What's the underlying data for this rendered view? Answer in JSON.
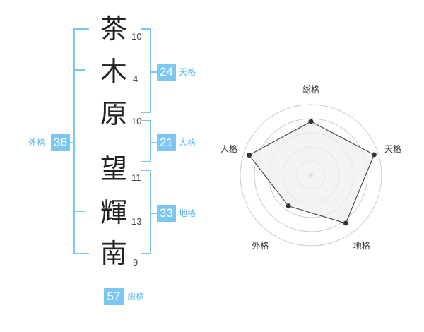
{
  "name_chars": [
    {
      "char": "茶",
      "strokes": "10"
    },
    {
      "char": "木",
      "strokes": "4"
    },
    {
      "char": "原",
      "strokes": "10"
    },
    {
      "char": "望",
      "strokes": "11"
    },
    {
      "char": "輝",
      "strokes": "13"
    },
    {
      "char": "南",
      "strokes": "9"
    }
  ],
  "fortunes": {
    "tenkaku": {
      "value": "24",
      "label": "天格"
    },
    "jinkaku": {
      "value": "21",
      "label": "人格"
    },
    "chikaku": {
      "value": "33",
      "label": "地格"
    },
    "gaikaku": {
      "value": "36",
      "label": "外格"
    },
    "soukaku": {
      "value": "57",
      "label": "総格"
    }
  },
  "colors": {
    "accent": "#7cc7f2",
    "accent_text": "#5ab4ea",
    "radar_fill": "#eeeeee",
    "radar_stroke": "#333333",
    "grid": "#cccccc"
  },
  "chart_data": {
    "type": "radar",
    "axes": [
      "総格",
      "天格",
      "地格",
      "外格",
      "人格"
    ],
    "values": [
      3.8,
      4.7,
      4.2,
      2.7,
      4.6
    ],
    "max": 5,
    "rings": 4
  }
}
